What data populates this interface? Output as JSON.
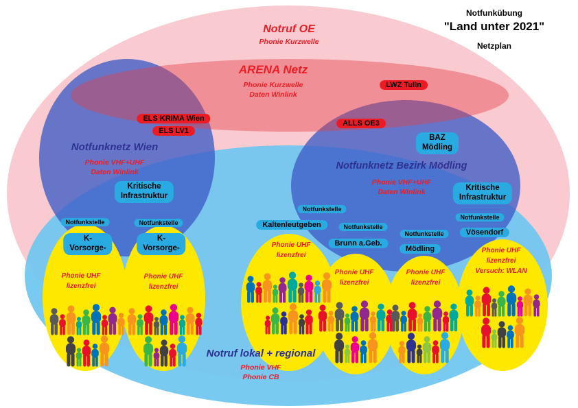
{
  "header": {
    "line1": "Notfunkübung",
    "line2": "\"Land unter 2021\"",
    "line3": "Netzplan"
  },
  "networks": {
    "notruf_oe": {
      "title": "Notruf OE",
      "sub1": "Phonie Kurzwelle"
    },
    "arena": {
      "title": "ARENA Netz",
      "sub1": "Phonie Kurzwelle",
      "sub2": "Daten Winlink"
    },
    "wien": {
      "title": "Notfunknetz Wien",
      "sub1": "Phonie VHF+UHF",
      "sub2": "Daten Winlink"
    },
    "bezirk_moedling": {
      "title": "Notfunknetz Bezirk Mödling",
      "sub1": "Phonie VHF+UHF",
      "sub2": "Daten Winlink"
    },
    "lokal": {
      "title": "Notruf lokal + regional",
      "sub1": "Phonie VHF",
      "sub2": "Phonie CB"
    }
  },
  "badges": {
    "lwz_tulln": "LWZ Tulln",
    "els_krima_wien": "ELS KRIMA Wien",
    "els_lv1": "ELS LV1",
    "alls_oe3": "ALLS OE3",
    "baz": {
      "line1": "BAZ",
      "line2": "Mödling"
    },
    "kritische_infrastruktur": {
      "line1": "Kritische",
      "line2": "Infrastruktur"
    },
    "k_vorsorge": {
      "line1": "K-",
      "line2": "Vorsorge-"
    },
    "notfunkstelle": "Notfunkstelle",
    "kaltenleutgeben": "Kaltenleutgeben",
    "brunn": "Brunn a.Geb.",
    "moedling": "Mödling",
    "voesendorf": "Vösendorf"
  },
  "local_labels": {
    "uhf": "Phonie UHF",
    "lizenzfrei": "lizenzfrei",
    "wlan": "Versuch: WLAN"
  },
  "colors": {
    "outer_pink": "#f5a4ac",
    "arena_red": "#e53e46",
    "network_blue": "#3e5cc6",
    "regional_lightblue": "#6ec6f0",
    "local_yellow": "#ffe800",
    "badge_red": "#ed1c24",
    "badge_cyan": "#29abe2",
    "title_red": "#ed1c24",
    "title_navy": "#2e3192"
  },
  "crowds": [
    {
      "people": [
        "#58595b",
        "#e8112d",
        "#f7941d",
        "#00a99d",
        "#39b54a",
        "#0072bc",
        "#e8112d",
        "#92278f",
        "#f7941d",
        "#414042",
        "#39b54a",
        "#e8112d",
        "#0072bc",
        "#f7941d"
      ]
    },
    {
      "people": [
        "#f7941d",
        "#39b54a",
        "#e8112d",
        "#58595b",
        "#0072bc",
        "#ec008c",
        "#00a99d",
        "#f7941d",
        "#e8112d",
        "#39b54a",
        "#92278f",
        "#414042",
        "#e8112d",
        "#29abe2"
      ]
    },
    {
      "people": [
        "#0072bc",
        "#e8112d",
        "#f7941d",
        "#39b54a",
        "#92278f",
        "#00a99d",
        "#58595b",
        "#ec008c",
        "#29abe2",
        "#f7941d",
        "#e8112d",
        "#39b54a",
        "#2e3192",
        "#f7941d",
        "#414042",
        "#e8112d"
      ]
    },
    {
      "people": [
        "#e8112d",
        "#f7941d",
        "#58595b",
        "#39b54a",
        "#0072bc",
        "#92278f",
        "#f7941d",
        "#00a99d",
        "#e8112d",
        "#414042",
        "#8dc63f",
        "#ec008c",
        "#0072bc",
        "#f7941d"
      ]
    },
    {
      "people": [
        "#58595b",
        "#0072bc",
        "#e8112d",
        "#f7941d",
        "#39b54a",
        "#92278f",
        "#e8112d",
        "#00a99d",
        "#f7941d",
        "#2e3192",
        "#414042",
        "#8dc63f",
        "#e8112d",
        "#29abe2"
      ]
    },
    {
      "people": [
        "#00a99d",
        "#f7941d",
        "#e8112d",
        "#58595b",
        "#39b54a",
        "#0072bc",
        "#ec008c",
        "#f7941d",
        "#92278f",
        "#e8112d",
        "#8dc63f",
        "#414042",
        "#0072bc",
        "#f7941d"
      ]
    }
  ]
}
